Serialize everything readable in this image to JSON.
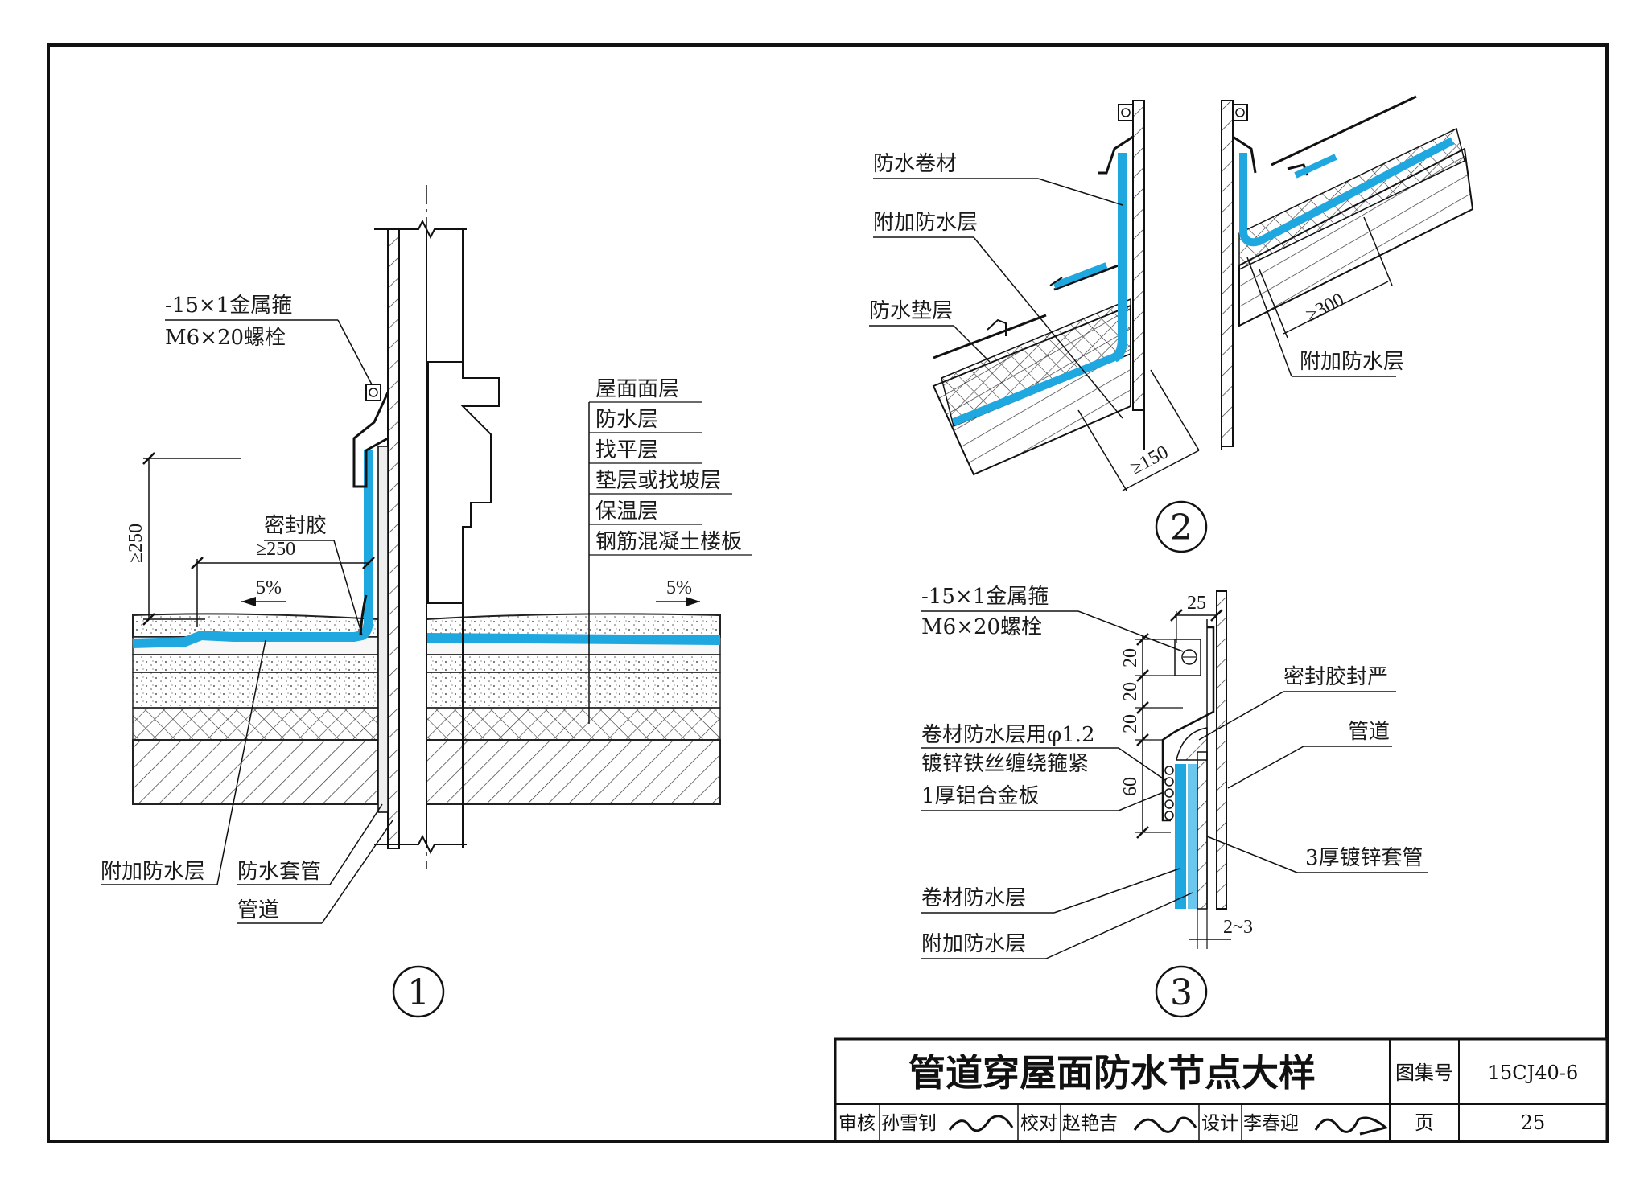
{
  "detail1": {
    "clamp_label": "-15×1金属箍",
    "bolt_label": "M6×20螺栓",
    "sealant_label": "密封胶",
    "dim_height": "≥250",
    "dim_width": "≥250",
    "slope_left": "5%",
    "slope_right": "5%",
    "layers": [
      "屋面面层",
      "防水层",
      "找平层",
      "垫层或找坡层",
      "保温层",
      "钢筋混凝土楼板"
    ],
    "extra_layer_label": "附加防水层",
    "sleeve_label": "防水套管",
    "pipe_label": "管道",
    "number": "1"
  },
  "detail2": {
    "membrane_label": "防水卷材",
    "extra_layer_label": "附加防水层",
    "underlay_label": "防水垫层",
    "dim_150": "≥150",
    "dim_300": "≥300",
    "extra_layer_label_right": "附加防水层",
    "number": "2"
  },
  "detail3": {
    "clamp_label": "-15×1金属箍",
    "bolt_label": "M6×20螺栓",
    "dim_25": "25",
    "dims_vertical": [
      "20",
      "20",
      "20",
      "60"
    ],
    "sealant_label": "密封胶封严",
    "wire_label_1": "卷材防水层用φ1.2",
    "wire_label_2": "镀锌铁丝缠绕箍紧",
    "aluminum_label": "1厚铝合金板",
    "pipe_label": "管道",
    "sleeve_label": "3厚镀锌套管",
    "membrane_label": "卷材防水层",
    "extra_layer_label": "附加防水层",
    "gap_label": "2~3",
    "number": "3"
  },
  "titleblock": {
    "title": "管道穿屋面防水节点大样",
    "atlas_label": "图集号",
    "atlas_no": "15CJ40-6",
    "review_label": "审核",
    "reviewer": "孙雪钊",
    "check_label": "校对",
    "checker": "赵艳吉",
    "design_label": "设计",
    "designer": "李春迎",
    "page_label": "页",
    "page_no": "25"
  },
  "colors": {
    "waterproof": "#1fa8e0",
    "line": "#1a1a1a"
  }
}
